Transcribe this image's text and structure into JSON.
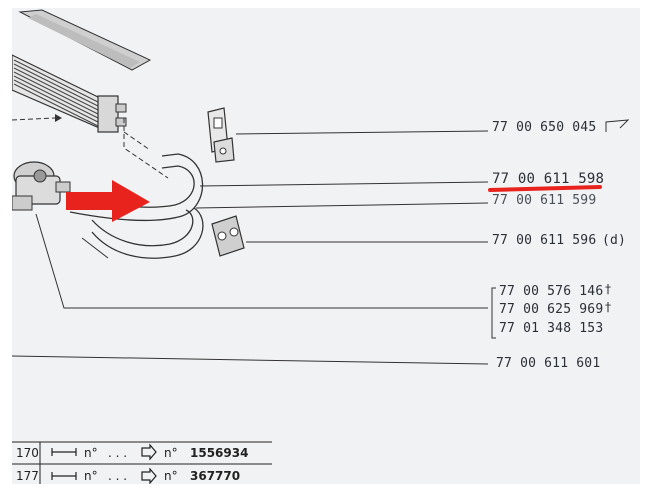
{
  "parts": [
    {
      "number": "77 00 650 045"
    },
    {
      "number": "77 00 611 598"
    },
    {
      "number": "77 00 611 599"
    },
    {
      "number": "77 00 611 596",
      "note": "(d)"
    },
    {
      "number": "77 00 576 146",
      "suffix": "†"
    },
    {
      "number": "77 00 625 969",
      "suffix": "†"
    },
    {
      "number": "77 01 348 153"
    },
    {
      "number": "77 00 611 601"
    }
  ],
  "table": [
    {
      "ref": "170",
      "col_b": "n°",
      "dots": ". . .",
      "col_c": "n°",
      "value": "1556934"
    },
    {
      "ref": "177",
      "col_b": "n°",
      "dots": ". . .",
      "col_c": "n°",
      "value": "367770"
    }
  ],
  "highlight_color": "#e8231e",
  "arrow_color": "#e8231e"
}
